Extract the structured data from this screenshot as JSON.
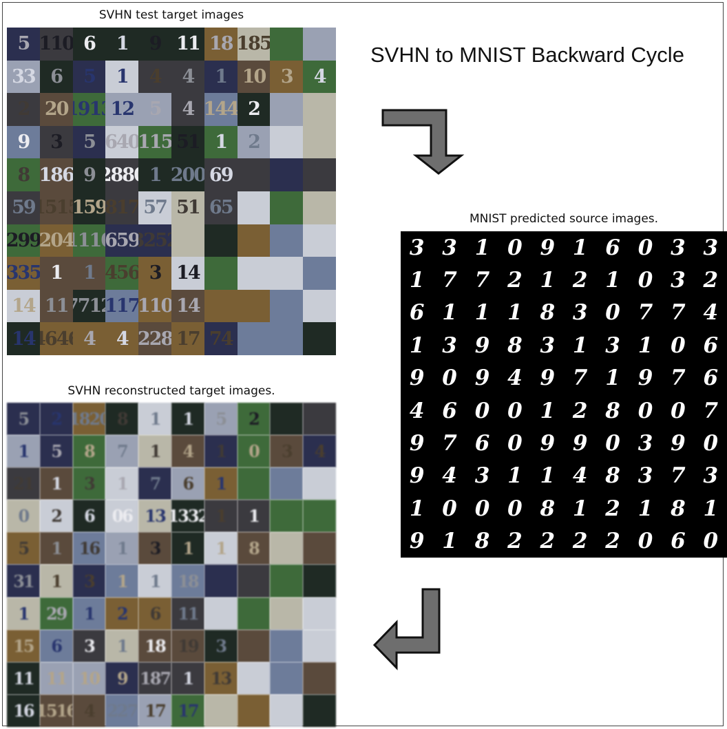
{
  "titles": {
    "svhn_test": "SVHN test target images",
    "svhn_reconstructed": "SVHN reconstructed target images.",
    "diagram": "SVHN to MNIST Backward Cycle",
    "mnist_predicted": "MNIST predicted source images."
  },
  "arrows": {
    "top": {
      "icon": "bent-arrow-right-down-icon",
      "fill": "#6e6e6e",
      "stroke": "#111111"
    },
    "bottom": {
      "icon": "bent-arrow-down-left-icon",
      "fill": "#6e6e6e",
      "stroke": "#111111"
    }
  },
  "svhn_test_images": [
    [
      "5",
      "21100",
      "6",
      "1",
      "9",
      "11",
      "18",
      "185",
      "",
      ""
    ],
    [
      "33",
      "6",
      "5",
      "1",
      "4",
      "4",
      "1",
      "10",
      "3",
      "4"
    ],
    [
      "2",
      "20",
      "1913",
      "12",
      "5",
      "4",
      "144",
      "2",
      "",
      ""
    ],
    [
      "9",
      "3",
      "5",
      "640",
      "115",
      "51",
      "1",
      "2",
      "",
      ""
    ],
    [
      "8",
      "186",
      "9",
      "2880",
      "1",
      "200",
      "69",
      "",
      "",
      ""
    ],
    [
      "59",
      "1515",
      "159",
      "817",
      "57",
      "51",
      "65",
      "",
      "",
      ""
    ],
    [
      "299",
      "204",
      "1110",
      "659",
      "3252",
      "",
      "",
      "",
      "",
      ""
    ],
    [
      "335",
      "1",
      "1",
      "456",
      "3",
      "14",
      "",
      "",
      "",
      ""
    ],
    [
      "14",
      "11",
      "177122",
      "117",
      "110",
      "14",
      "",
      "",
      "",
      ""
    ],
    [
      "14",
      "4646",
      "4",
      "4",
      "228",
      "17",
      "74",
      "",
      "",
      ""
    ]
  ],
  "svhn_reconstructed_images": [
    [
      "5",
      "2",
      "1820",
      "8",
      "1",
      "1",
      "5",
      "2",
      "",
      ""
    ],
    [
      "1",
      "5",
      "8",
      "7",
      "1",
      "4",
      "1",
      "0",
      "3",
      "4"
    ],
    [
      "21",
      "1",
      "3",
      "1",
      "7",
      "6",
      "1",
      "",
      "",
      ""
    ],
    [
      "0",
      "2",
      "6",
      "06",
      "13",
      "1332",
      "1",
      "1",
      "",
      ""
    ],
    [
      "5",
      "1",
      "16",
      "1",
      "3",
      "1",
      "1",
      "8",
      "",
      ""
    ],
    [
      "31",
      "1",
      "3",
      "1",
      "1",
      "18",
      "",
      "",
      "",
      ""
    ],
    [
      "1",
      "29",
      "1",
      "2",
      "6",
      "11",
      "",
      "",
      "",
      ""
    ],
    [
      "15",
      "6",
      "3",
      "1",
      "18",
      "19",
      "3",
      "",
      "",
      ""
    ],
    [
      "11",
      "11",
      "10",
      "9",
      "187",
      "1",
      "13",
      "",
      "",
      ""
    ],
    [
      "16",
      "1516",
      "4",
      "227",
      "17",
      "17",
      "",
      "",
      "",
      ""
    ]
  ],
  "mnist_predicted_images": [
    [
      "3",
      "3",
      "1",
      "0",
      "9",
      "1",
      "6",
      "0",
      "3",
      "3"
    ],
    [
      "1",
      "7",
      "7",
      "2",
      "1",
      "2",
      "1",
      "0",
      "3",
      "2"
    ],
    [
      "6",
      "1",
      "1",
      "1",
      "8",
      "3",
      "0",
      "7",
      "7",
      "4"
    ],
    [
      "1",
      "3",
      "9",
      "8",
      "3",
      "1",
      "3",
      "1",
      "0",
      "6"
    ],
    [
      "9",
      "0",
      "9",
      "4",
      "9",
      "7",
      "1",
      "9",
      "7",
      "6"
    ],
    [
      "4",
      "6",
      "0",
      "0",
      "1",
      "2",
      "8",
      "0",
      "0",
      "7"
    ],
    [
      "9",
      "7",
      "6",
      "0",
      "9",
      "9",
      "0",
      "3",
      "9",
      "0"
    ],
    [
      "9",
      "4",
      "3",
      "1",
      "1",
      "4",
      "8",
      "3",
      "7",
      "3"
    ],
    [
      "1",
      "0",
      "0",
      "0",
      "8",
      "1",
      "2",
      "1",
      "8",
      "1"
    ],
    [
      "9",
      "1",
      "8",
      "2",
      "2",
      "2",
      "2",
      "0",
      "6",
      "0"
    ]
  ],
  "svhn_palette": [
    [
      "#3e6a3a",
      "#7a5f34",
      "#2b2f4f",
      "#c9cdd6",
      "#1f2a24",
      "#b9b7a8",
      "#5a4a3c",
      "#9aa1b3",
      "#6d7c9a",
      "#3b3a3f"
    ],
    [
      "#a8a7b0",
      "#d5d8e3",
      "#4a3e2e",
      "#28356e",
      "#8c8f96",
      "#ececf0",
      "#403a35",
      "#6f7a8c",
      "#1c1c24",
      "#b3a58a"
    ]
  ]
}
